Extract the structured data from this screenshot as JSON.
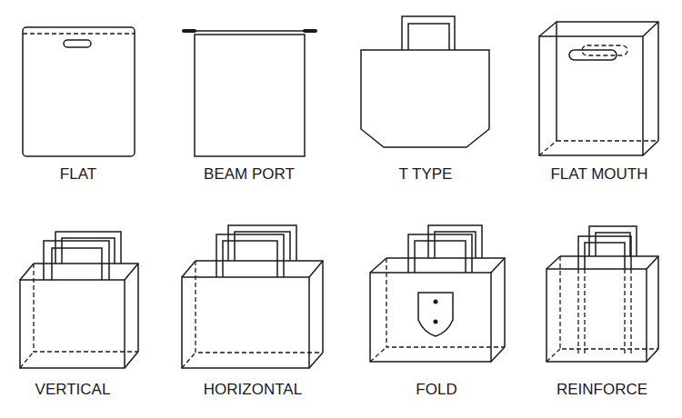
{
  "diagram": {
    "labels": [
      "FLAT",
      "BEAM PORT",
      "T TYPE",
      "FLAT MOUTH",
      "VERTICAL",
      "HORIZONTAL",
      "FOLD",
      "REINFORCE"
    ]
  }
}
